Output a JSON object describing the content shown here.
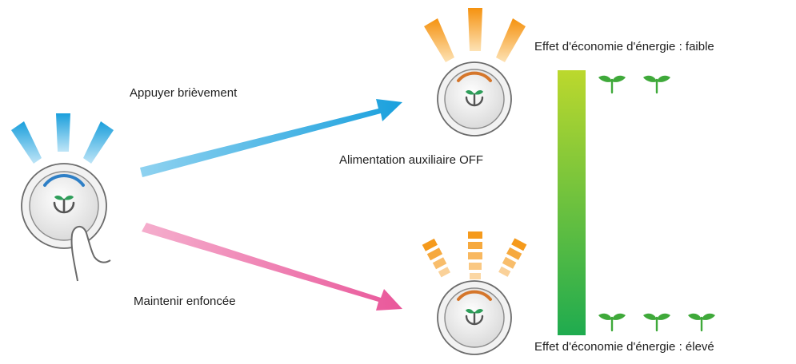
{
  "labels": {
    "short_press": "Appuyer brièvement",
    "long_press": "Maintenir enfoncée",
    "aux_power_off": "Alimentation auxiliaire OFF",
    "saving_low": "Effet d'économie d'énergie : faible",
    "saving_high": "Effet d'économie d'énergie : élevé"
  },
  "indicators": {
    "sprouts_low": 2,
    "sprouts_high": 3
  },
  "colors": {
    "blue_glow": "#2fa8e0",
    "orange_glow": "#f59a1c",
    "arrow_blue": "#2aa8df",
    "arrow_pink": "#ec6fa3",
    "bar_top": "#b9d72e",
    "bar_bottom": "#22ad4e",
    "sprout": "#3faa3a"
  }
}
